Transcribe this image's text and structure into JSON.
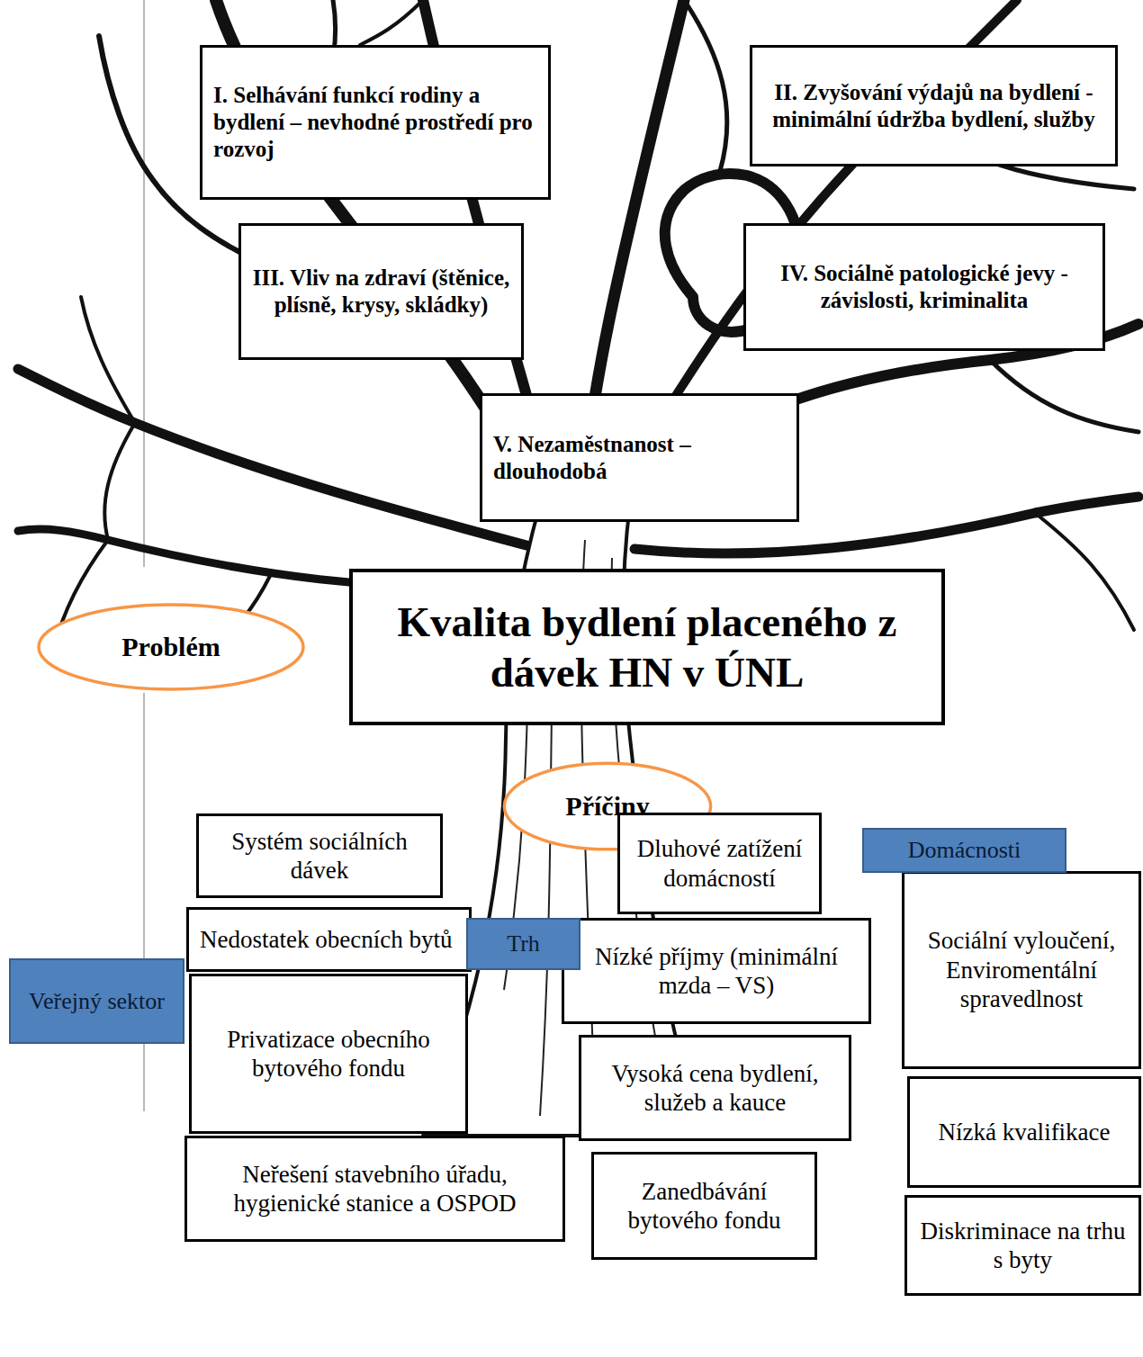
{
  "diagram": {
    "nodes": [
      {
        "text": [
          "I. Selhávání funkcí rodiny a bydlení – nevhodné prostředí pro rozvoj"
        ]
      },
      {
        "text": [
          "II. Zvyšování výdajů na bydlení -minimální údržba bydlení, služby"
        ]
      },
      {
        "text": [
          "III. Vliv na zdraví (štěnice, plísně, krysy, skládky)"
        ]
      },
      {
        "text": [
          "IV. Sociálně patologické jevy - závislosti, kriminalita"
        ]
      },
      {
        "text": [
          "V. Nezaměstnanost – dlouhodobá"
        ]
      },
      {
        "text": [
          "Problém"
        ]
      },
      {
        "text": [
          "Kvalita bydlení placeného z dávek HN v ÚNL"
        ]
      },
      {
        "text": [
          "Příčiny"
        ]
      },
      {
        "text": [
          "Systém sociálních dávek"
        ]
      },
      {
        "text": [
          "Nedostatek obecních bytů"
        ]
      },
      {
        "text": [
          "Veřejný sektor"
        ]
      },
      {
        "text": [
          "Trh"
        ]
      },
      {
        "text": [
          "Privatizace obecního bytového fondu"
        ]
      },
      {
        "text": [
          "Neřešení stavebního úřadu, hygienické stanice a OSPOD"
        ]
      },
      {
        "text": [
          "Dluhové zatížení domácností"
        ]
      },
      {
        "text": [
          "Nízké příjmy (minimální mzda – VS)"
        ]
      },
      {
        "text": [
          "Vysoká cena bydlení, služeb a kauce"
        ]
      },
      {
        "text": [
          "Zanedbávání bytového fondu"
        ]
      },
      {
        "text": [
          "Domácnosti"
        ]
      },
      {
        "text": [
          "Sociální vyloučení, Enviromentální spravedlnost"
        ]
      },
      {
        "text": [
          "Nízká kvalifikace"
        ]
      },
      {
        "text": [
          "Diskriminace na trhu s byty"
        ]
      }
    ]
  }
}
